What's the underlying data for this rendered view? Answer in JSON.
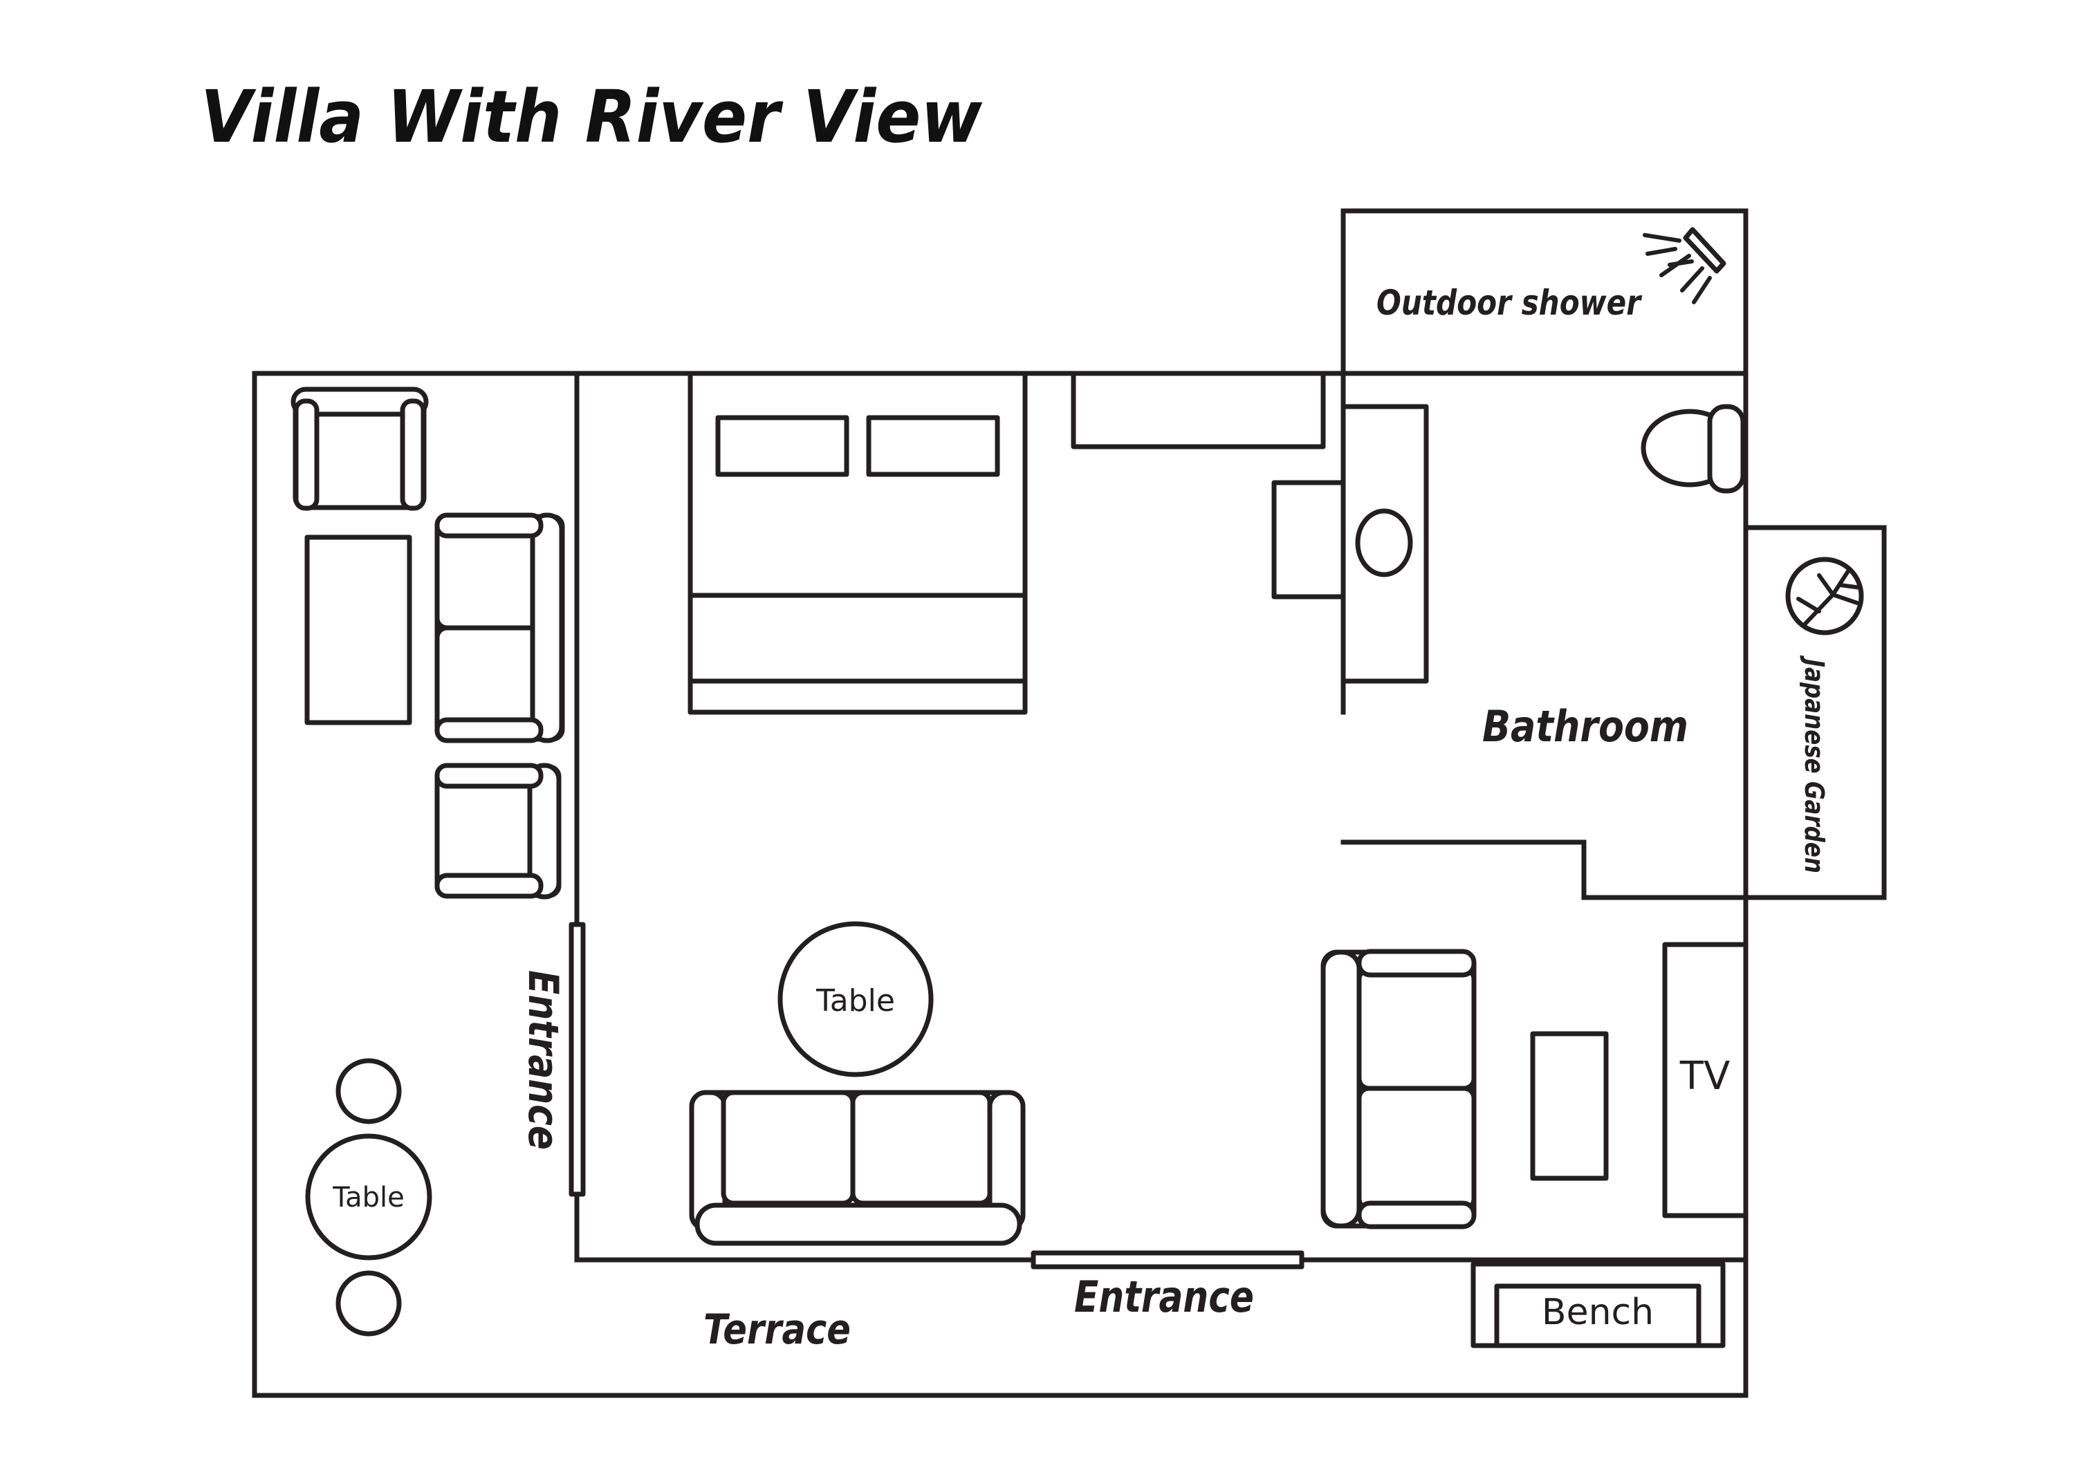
{
  "title": "Villa With River View",
  "labels": {
    "outdoor_shower": "Outdoor shower",
    "bathroom": "Bathroom",
    "japanese_garden": "Japanese Garden",
    "entrance_side": "Entrance",
    "entrance_front": "Entrance",
    "terrace": "Terrace",
    "bench": "Bench",
    "tv": "TV",
    "table_living": "Table",
    "table_terrace": "Table"
  },
  "colors": {
    "line": "#231f20",
    "background": "#ffffff"
  }
}
